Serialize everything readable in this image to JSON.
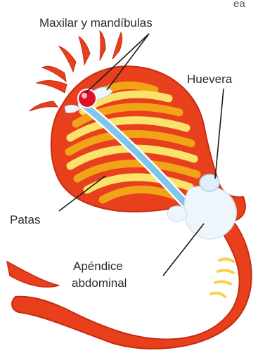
{
  "labels": {
    "maxilar": "Maxilar y mandíbulas",
    "huevera": "Huevera",
    "patas": "Patas",
    "apendice_line1": "Apéndice",
    "apendice_line2": "abdominal"
  },
  "colors": {
    "body_red": "#e8401c",
    "body_dark": "#c52c10",
    "leg_yellow": "#f9e36a",
    "leg_orange": "#f2a418",
    "gut_blue": "#7fc6ec",
    "egg_white": "#eef6fb",
    "head_red": "#e0102a"
  }
}
